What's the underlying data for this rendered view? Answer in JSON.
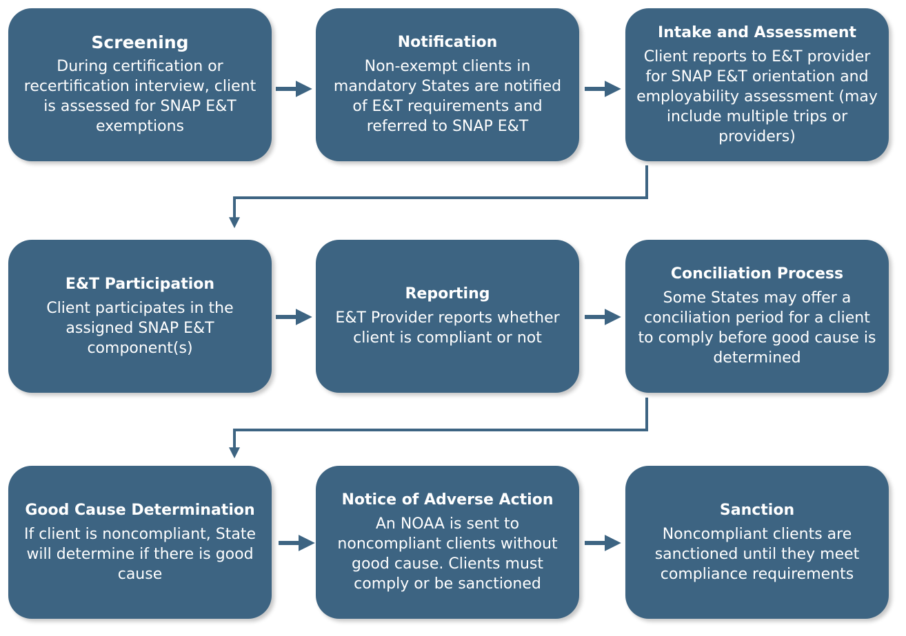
{
  "colors": {
    "box_fill": "#3d6482",
    "arrow": "#3d6482",
    "text": "#ffffff"
  },
  "steps": [
    {
      "title": "Screening",
      "body": "During certification or recertification interview, client is assessed for SNAP E&T exemptions"
    },
    {
      "title": "Notification",
      "body": "Non-exempt clients in mandatory States are notified of E&T requirements and referred  to SNAP E&T"
    },
    {
      "title": "Intake and Assessment",
      "body": "Client reports to E&T provider for SNAP E&T orientation and employability assessment (may include multiple trips or providers)"
    },
    {
      "title": "E&T Participation",
      "body": "Client participates in the assigned SNAP E&T component(s)"
    },
    {
      "title": "Reporting",
      "body": "E&T Provider reports whether client is compliant or not"
    },
    {
      "title": "Conciliation Process",
      "body": "Some States may offer a conciliation period for a client to comply before good cause is determined"
    },
    {
      "title": "Good Cause Determination",
      "body": "If client is noncompliant, State will determine if there is good cause"
    },
    {
      "title": "Notice of Adverse Action",
      "body": "An NOAA is sent to noncompliant clients without good cause. Clients must comply or be sanctioned"
    },
    {
      "title": "Sanction",
      "body": "Noncompliant clients are sanctioned until they meet compliance requirements"
    }
  ]
}
